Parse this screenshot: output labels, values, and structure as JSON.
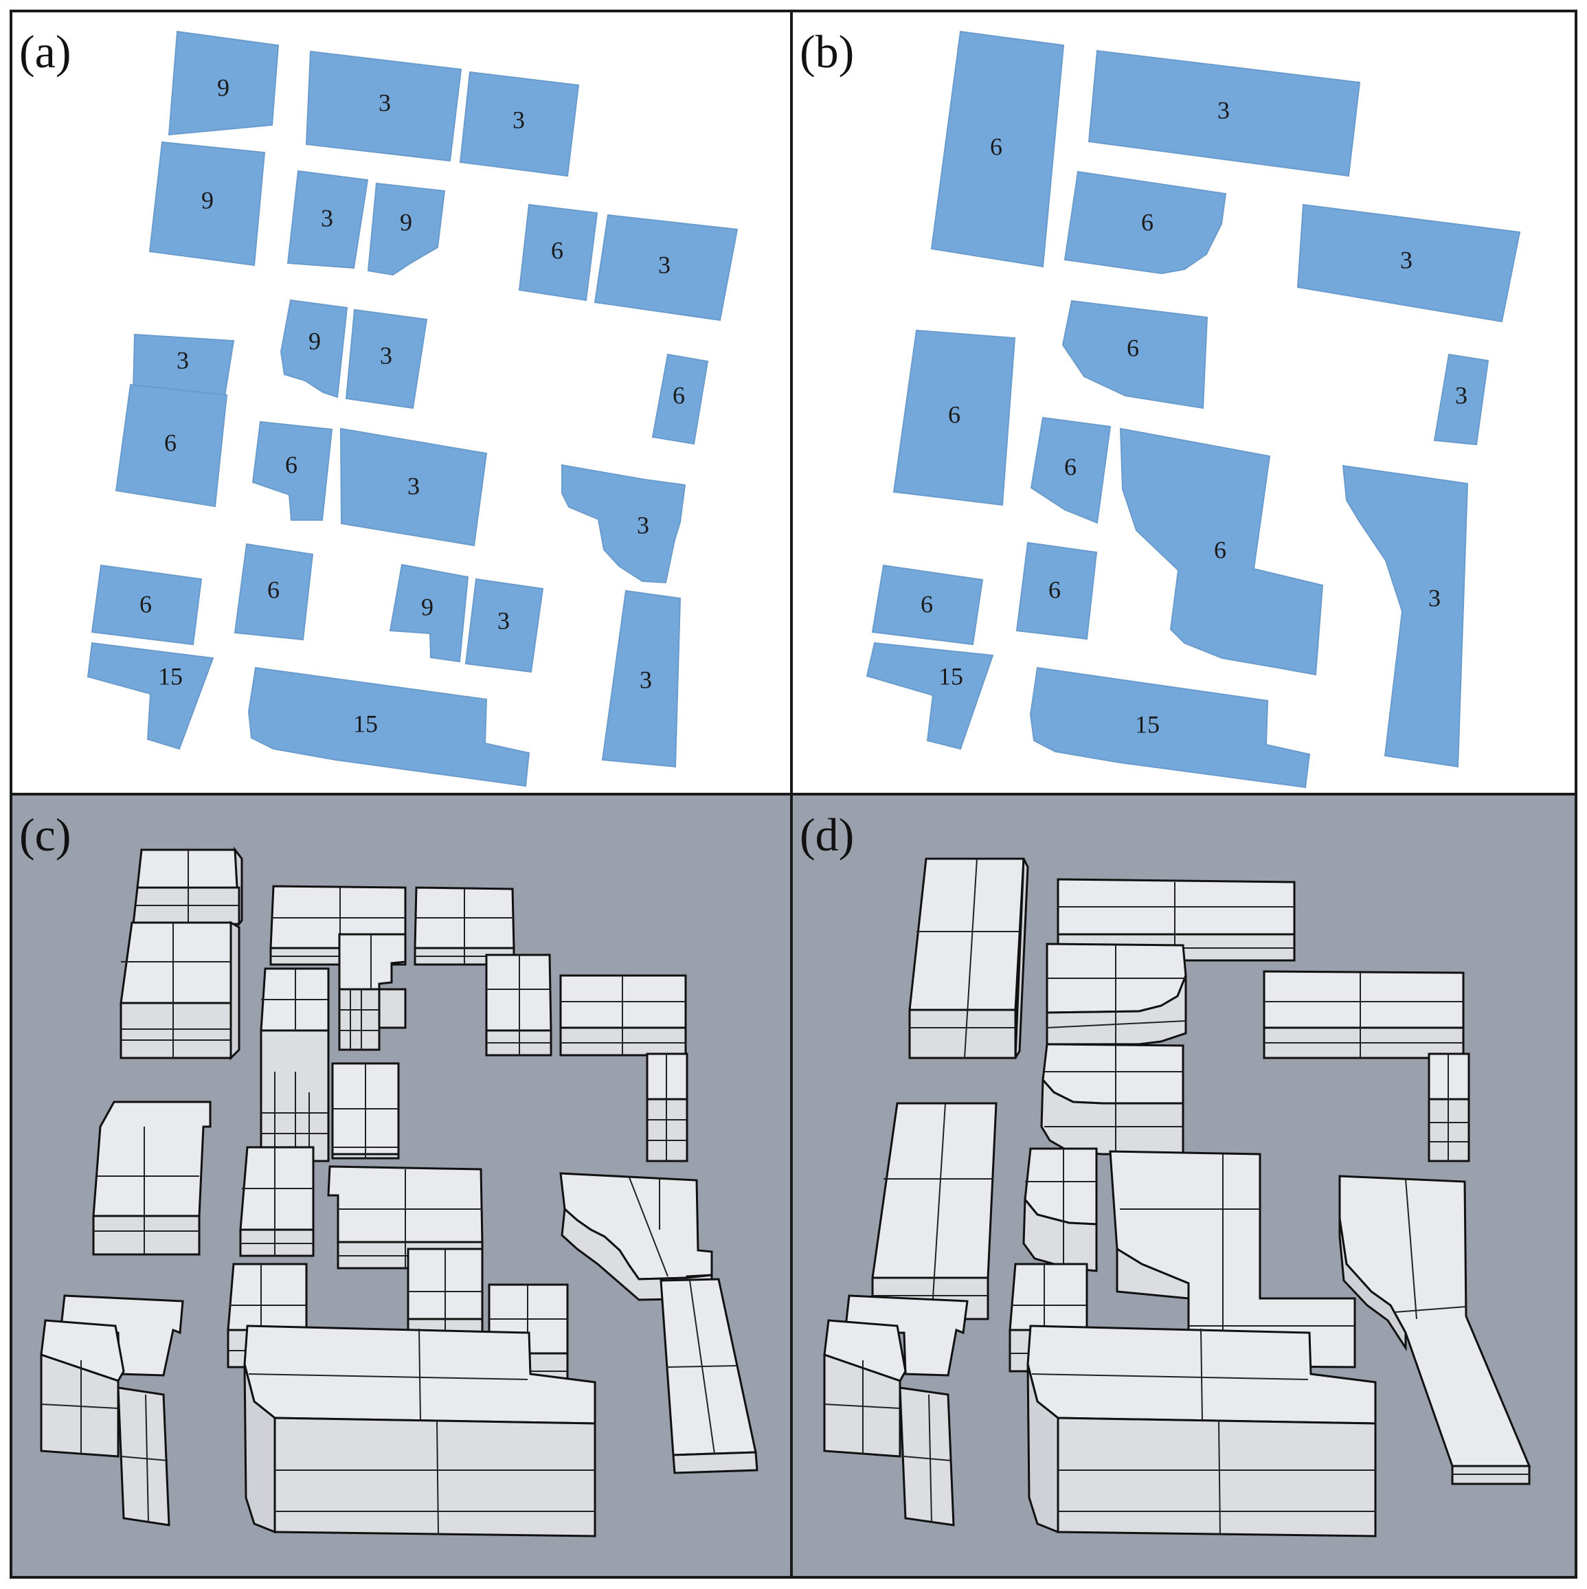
{
  "panels": [
    {
      "label": "(a)",
      "numbers": [
        "9",
        "3",
        "3",
        "9",
        "3",
        "9",
        "6",
        "3",
        "9",
        "3",
        "3",
        "6",
        "6",
        "6",
        "3",
        "3",
        "6",
        "6",
        "9",
        "3",
        "15",
        "15",
        "3"
      ]
    },
    {
      "label": "(b)",
      "numbers": [
        "6",
        "3",
        "6",
        "3",
        "6",
        "3",
        "6",
        "6",
        "6",
        "3",
        "6",
        "6",
        "15",
        "15"
      ]
    },
    {
      "label": "(c)"
    },
    {
      "label": "(d)"
    }
  ],
  "colors": {
    "plan_fill": "#74a7da",
    "model_background": "#9aa0ac",
    "frame": "#1a1a1a"
  }
}
